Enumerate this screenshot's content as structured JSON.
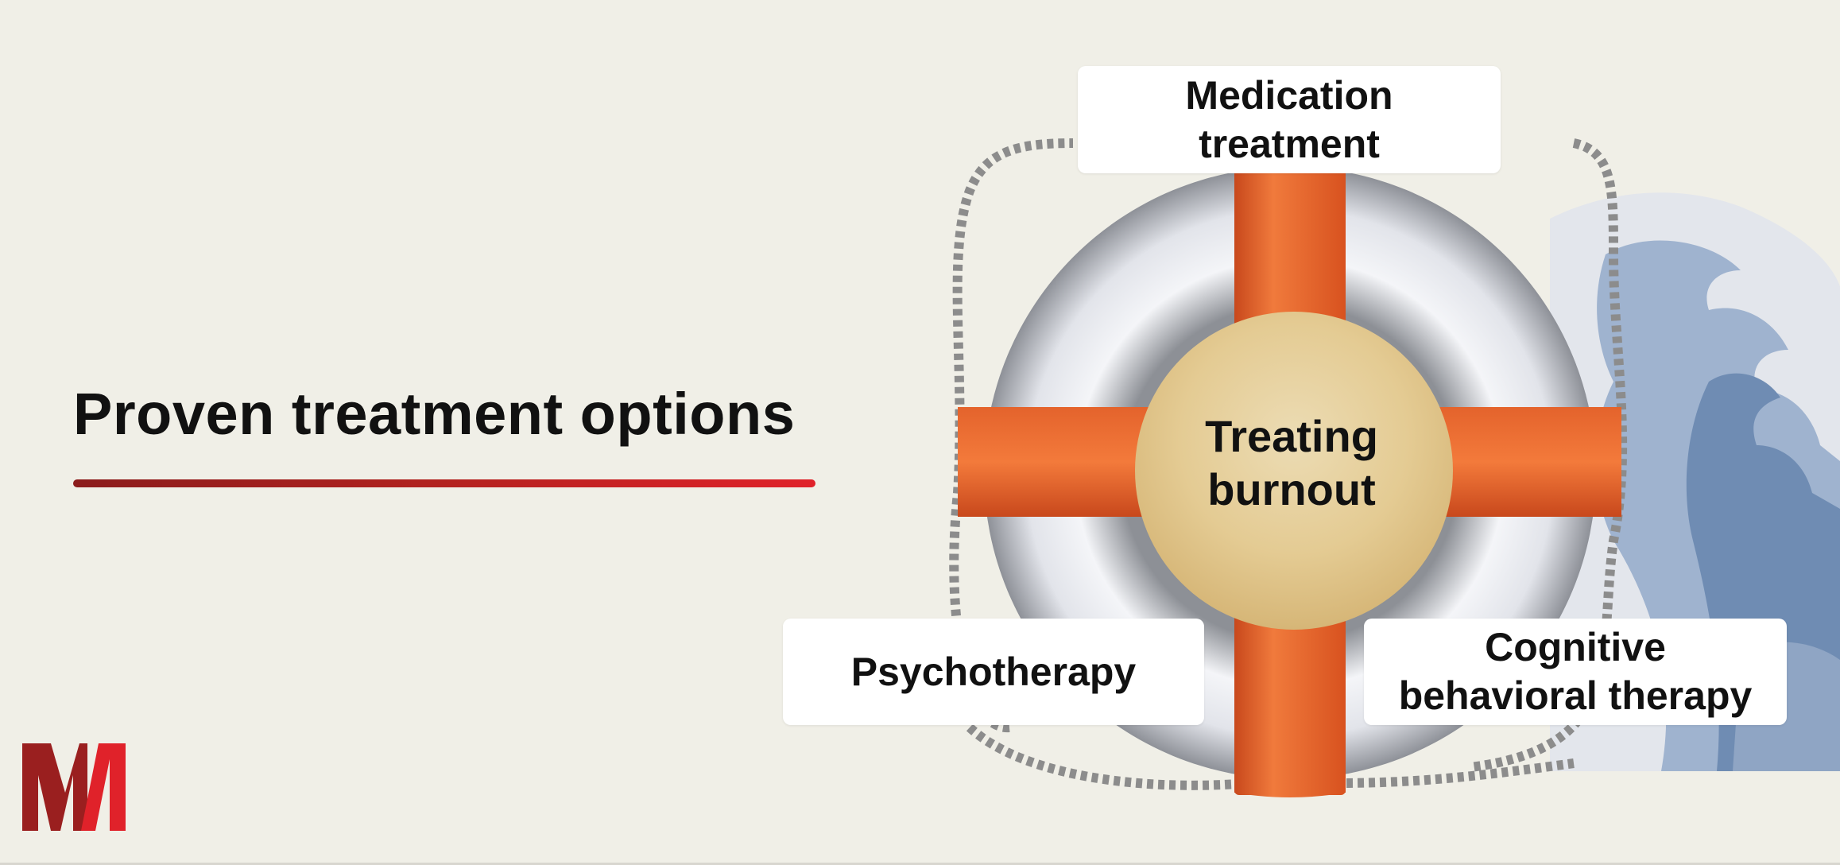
{
  "slide": {
    "title": "Proven treatment options",
    "colors": {
      "background": "#f0efe7",
      "accent_dark": "#8b1c1c",
      "accent_red": "#e0222a",
      "ring_orange": "#ef6a32",
      "hub_gold": "#e3c98f"
    }
  },
  "diagram": {
    "center": {
      "line1": "Treating",
      "line2": "burnout"
    },
    "labels": {
      "top": {
        "line1": "Medication",
        "line2": "treatment"
      },
      "bottom_left": {
        "line1": "Psychotherapy"
      },
      "bottom_right": {
        "line1": "Cognitive",
        "line2": "behavioral therapy"
      }
    },
    "icon": "life-ring-icon",
    "background_icon": "wave-icon"
  },
  "logo": {
    "icon": "m-logo-icon",
    "letter": "M"
  }
}
